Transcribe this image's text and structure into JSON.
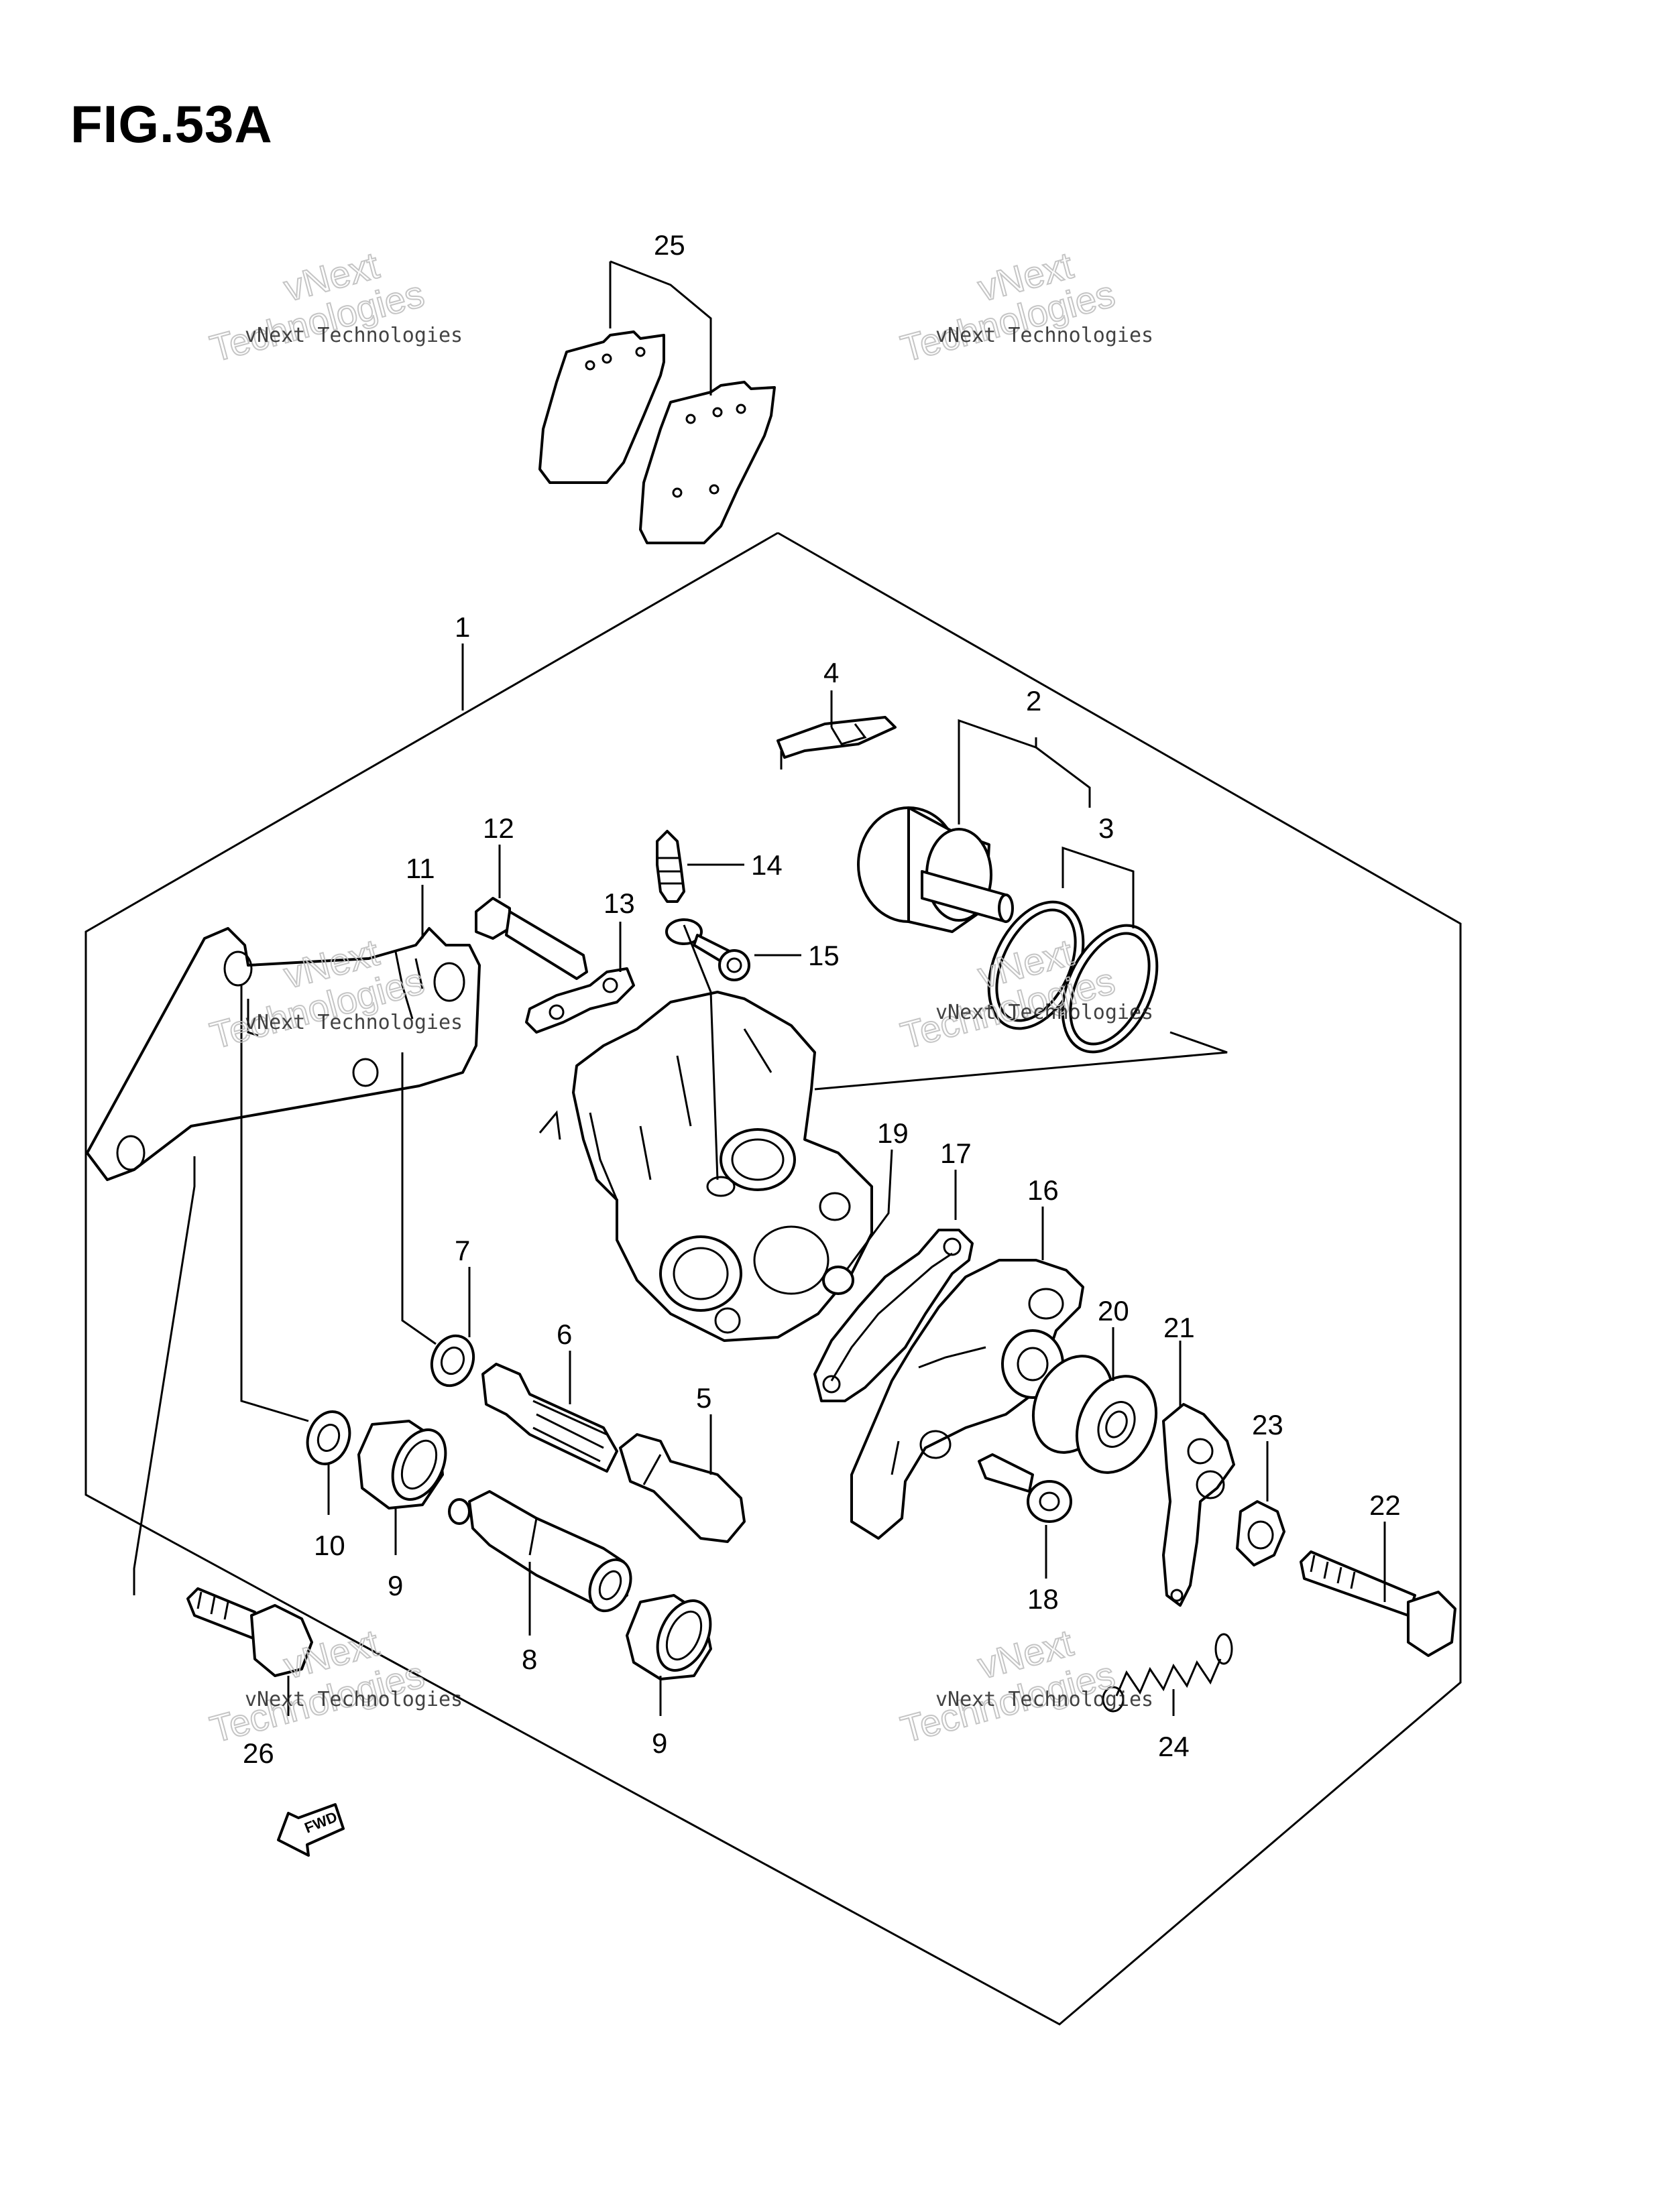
{
  "figure": {
    "title": "FIG.53A",
    "fwd_label": "FWD"
  },
  "callouts": {
    "c1": "1",
    "c2": "2",
    "c3": "3",
    "c4": "4",
    "c5": "5",
    "c6": "6",
    "c7": "7",
    "c8": "8",
    "c9a": "9",
    "c9b": "9",
    "c10": "10",
    "c11": "11",
    "c12": "12",
    "c13": "13",
    "c14": "14",
    "c15": "15",
    "c16": "16",
    "c17": "17",
    "c18": "18",
    "c19": "19",
    "c20": "20",
    "c21": "21",
    "c22": "22",
    "c23": "23",
    "c24": "24",
    "c25": "25",
    "c26": "26"
  },
  "watermark": {
    "line1": "vNext Technologies",
    "line2": "vNext",
    "line3": "Technologies"
  }
}
